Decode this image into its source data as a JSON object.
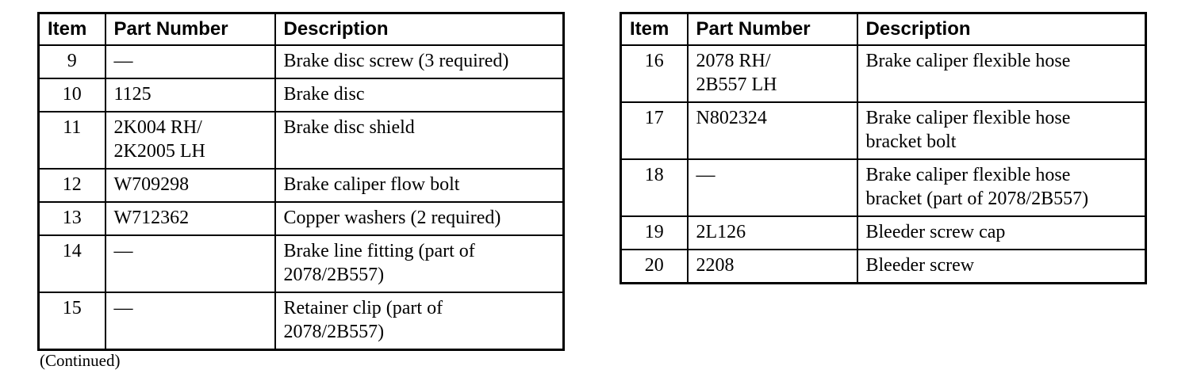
{
  "page": {
    "continued_note": "(Continued)"
  },
  "tables": [
    {
      "title": "parts-table-items-9-15",
      "columns": [
        "Item",
        "Part Number",
        "Description"
      ],
      "rows": [
        {
          "item": "9",
          "part_number": "—",
          "description": "Brake disc screw (3 required)"
        },
        {
          "item": "10",
          "part_number": "1125",
          "description": "Brake disc"
        },
        {
          "item": "11",
          "part_number": "2K004 RH/\n2K2005 LH",
          "description": "Brake disc shield"
        },
        {
          "item": "12",
          "part_number": "W709298",
          "description": "Brake caliper flow bolt"
        },
        {
          "item": "13",
          "part_number": "W712362",
          "description": "Copper washers (2 required)"
        },
        {
          "item": "14",
          "part_number": "—",
          "description": "Brake line fitting (part of\n2078/2B557)"
        },
        {
          "item": "15",
          "part_number": "—",
          "description": "Retainer clip (part of\n2078/2B557)"
        }
      ]
    },
    {
      "title": "parts-table-items-16-20",
      "columns": [
        "Item",
        "Part Number",
        "Description"
      ],
      "rows": [
        {
          "item": "16",
          "part_number": "2078 RH/\n2B557 LH",
          "description": "Brake caliper flexible hose"
        },
        {
          "item": "17",
          "part_number": "N802324",
          "description": "Brake caliper flexible hose\nbracket bolt"
        },
        {
          "item": "18",
          "part_number": "—",
          "description": "Brake caliper flexible hose\nbracket (part of 2078/2B557)"
        },
        {
          "item": "19",
          "part_number": "2L126",
          "description": "Bleeder screw cap"
        },
        {
          "item": "20",
          "part_number": "2208",
          "description": "Bleeder screw"
        }
      ]
    }
  ]
}
